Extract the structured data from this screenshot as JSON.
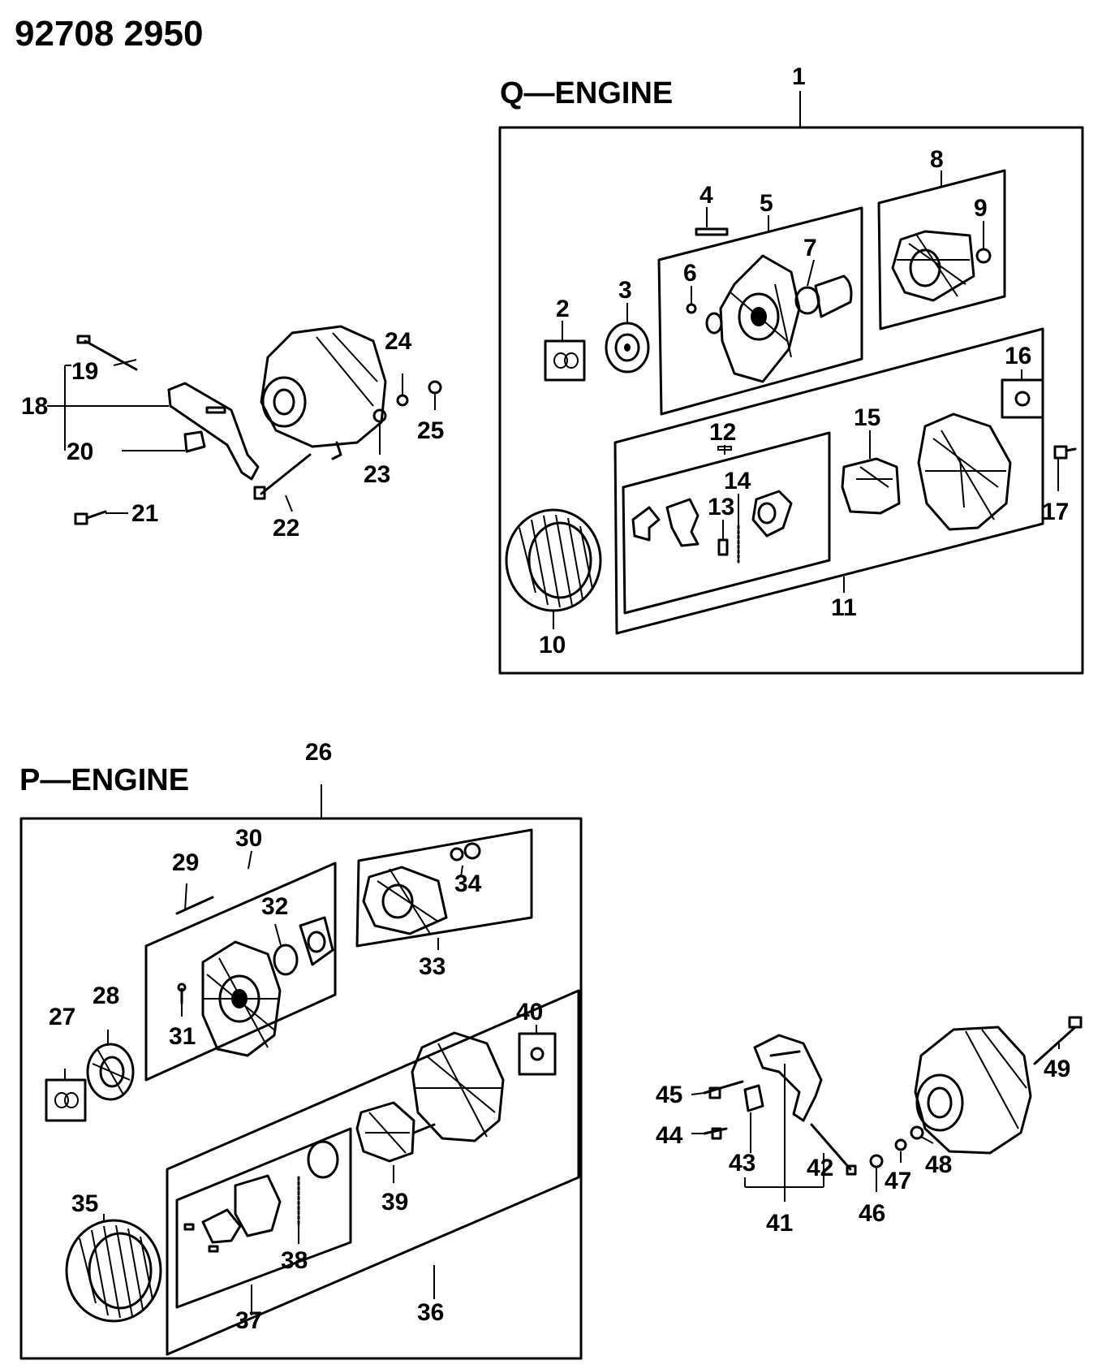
{
  "header": {
    "code": "92708  2950"
  },
  "sections": {
    "q_engine": "Q—ENGINE",
    "p_engine": "P—ENGINE"
  },
  "callouts": [
    "1",
    "2",
    "3",
    "4",
    "5",
    "6",
    "7",
    "8",
    "9",
    "10",
    "11",
    "12",
    "13",
    "14",
    "15",
    "16",
    "17",
    "18",
    "19",
    "20",
    "21",
    "22",
    "23",
    "24",
    "25",
    "26",
    "27",
    "28",
    "29",
    "30",
    "31",
    "32",
    "33",
    "34",
    "35",
    "36",
    "37",
    "38",
    "39",
    "40",
    "41",
    "42",
    "43",
    "44",
    "45",
    "46",
    "47",
    "48",
    "49"
  ]
}
